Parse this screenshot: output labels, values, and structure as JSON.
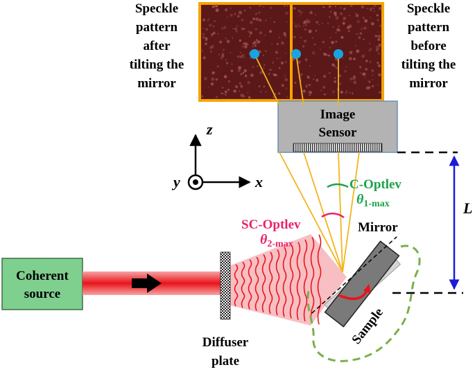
{
  "labels": {
    "speckle_after": [
      "Speckle",
      "pattern",
      "after",
      "tilting the",
      "mirror"
    ],
    "speckle_before": [
      "Speckle",
      "pattern",
      "before",
      "tilting the",
      "mirror"
    ],
    "image_sensor": [
      "Image",
      "Sensor"
    ],
    "coherent_source": [
      "Coherent",
      "source"
    ],
    "diffuser_plate": [
      "Diffuser",
      "plate"
    ],
    "c_optlev": "C-Optlev",
    "theta1_symbol": "θ",
    "theta1_sub": "1-max",
    "sc_optlev": "SC-Optlev",
    "theta2_symbol": "θ",
    "theta2_sub": "2-max",
    "mirror": "Mirror",
    "sample": "Sample",
    "distance_L": "L",
    "axis_z": "z",
    "axis_x": "x",
    "axis_y": "y"
  },
  "colors": {
    "beam_red": "#e8141b",
    "speckle_bg": "#5a1818",
    "speckle_dot": "#a85050",
    "frame_orange": "#f5a400",
    "spot_blue": "#1aa3e0",
    "ray_yellow": "#f3b51c",
    "sensor_gray": "#b3b3b3",
    "source_green": "#7fcf8f",
    "c_optlev_green": "#1aa34a",
    "sc_optlev_pink": "#e8226b",
    "arrow_blue": "#1b1bd6",
    "sample_dash_green": "#78b04a"
  }
}
